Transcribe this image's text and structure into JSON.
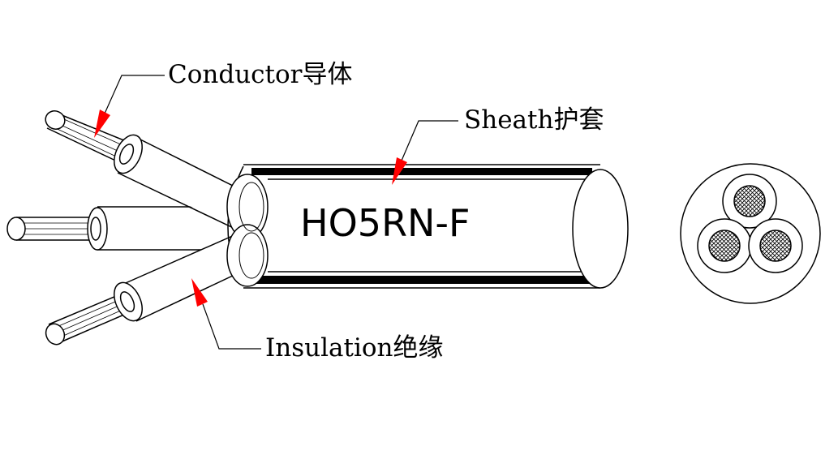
{
  "cable_model": "HO5RN-F",
  "labels": {
    "conductor": "Conductor导体",
    "sheath": "Sheath护套",
    "insulation": "Insulation绝缘"
  },
  "colors": {
    "line": "#000000",
    "arrow": "#ff0000",
    "background": "#ffffff"
  }
}
